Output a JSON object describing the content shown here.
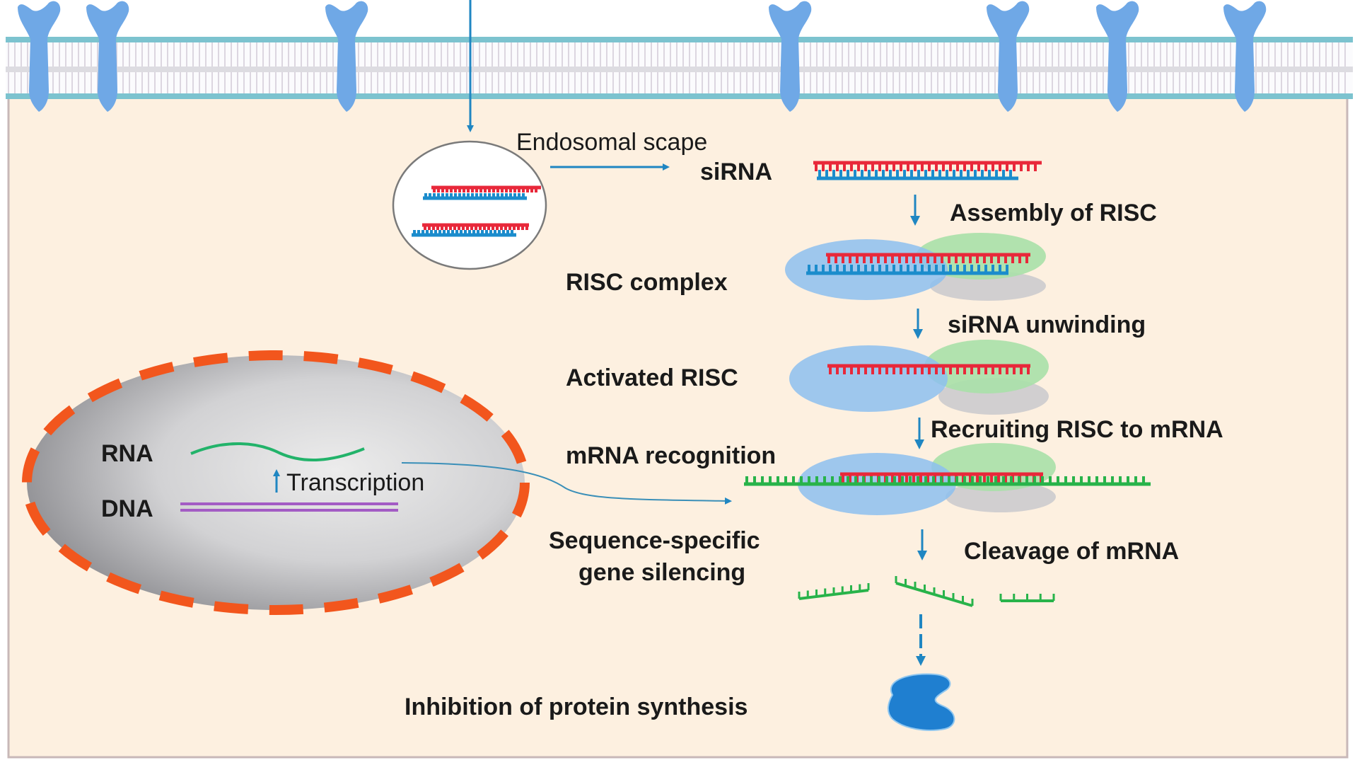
{
  "title": "siRNA-mediated gene silencing pathway",
  "colors": {
    "cytoplasm": "#fdf0e0",
    "membrane_head": "#7cc3cf",
    "receptor": "#6fa8e6",
    "arrow": "#1f86c2",
    "sense_strand": "#e8283a",
    "antisense_strand": "#1b8ccc",
    "mrna": "#28b34a",
    "risc_blue": "#8dbfee",
    "risc_green": "#a9e0a8",
    "risc_gray": "#c9c9cc",
    "nucleus_border": "#f2561d",
    "dna": "#a35cc4",
    "rna": "#22b36a",
    "protein": "#1f7fd0"
  },
  "membrane": {
    "receptor_count": 7
  },
  "endosome": {
    "label": "Endosomal scape"
  },
  "nucleus": {
    "rna_label": "RNA",
    "dna_label": "DNA",
    "transcription_label": "Transcription"
  },
  "pathway": {
    "sirna_label": "siRNA",
    "steps": [
      {
        "arrow_label": "Assembly of RISC",
        "state_label": "RISC complex"
      },
      {
        "arrow_label": "siRNA unwinding",
        "state_label": "Activated RISC"
      },
      {
        "arrow_label": "Recruiting RISC to mRNA",
        "state_label": "mRNA recognition"
      },
      {
        "arrow_label": "Cleavage of mRNA",
        "state_label": "Sequence-specific gene silencing"
      }
    ],
    "silencing_line1": "Sequence-specific",
    "silencing_line2": "gene silencing",
    "outcome_label": "Inhibition of protein synthesis"
  }
}
